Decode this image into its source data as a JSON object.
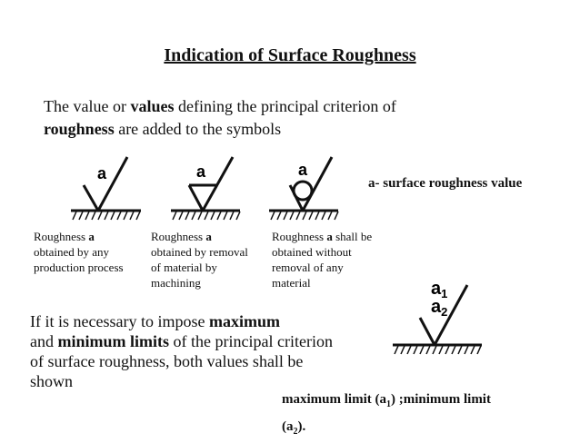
{
  "title": "Indication of Surface Roughness",
  "intro": {
    "t1": "The value or ",
    "b1": "values",
    "t2": " defining the principal criterion of",
    "b2": "roughness",
    "t3": " are added to the symbols"
  },
  "symbols": [
    {
      "letter": "a",
      "cap_pre": "Roughness ",
      "cap_bold": "a",
      "cap_rest": "obtained by any production process"
    },
    {
      "letter": "a",
      "cap_pre": "Roughness ",
      "cap_bold": "a",
      "cap_rest": "obtained by removal of material by machining"
    },
    {
      "letter": "a",
      "cap_pre": "Roughness ",
      "cap_bold": "a",
      "cap_rest": " shall be obtained without removal of any material"
    }
  ],
  "legend": "a- surface roughness value",
  "paragraph": {
    "t1": "If it is necessary to impose ",
    "b1": "maximum",
    "t2": "and ",
    "b2": "minimum limits",
    "t3": " of the principal criterion of surface roughness, both values shall be shown"
  },
  "limits_symbol": {
    "upper": "a",
    "upper_sub": "1",
    "lower": "a",
    "lower_sub": "2"
  },
  "limits_caption": {
    "p1": "maximum limit (a",
    "s1": "1",
    "p2": ") ;minimum limit",
    "p3": "(a",
    "s2": "2",
    "p4": ")."
  }
}
